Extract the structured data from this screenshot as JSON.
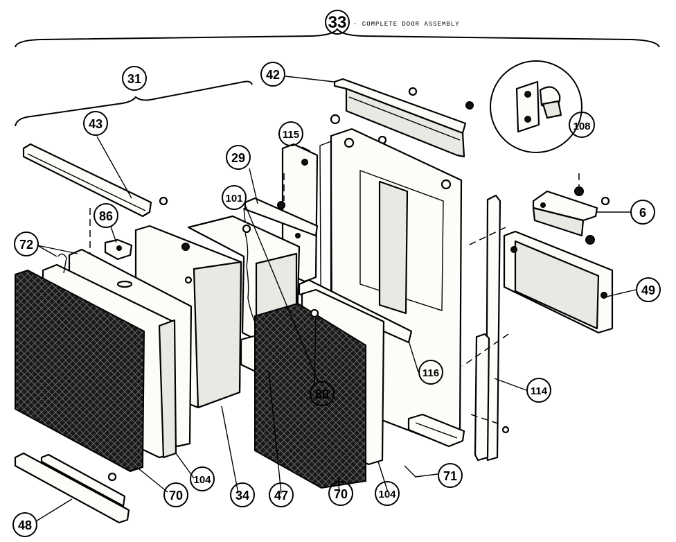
{
  "diagram": {
    "assembly_caption": "- COMPLETE DOOR ASSEMBLY",
    "callouts": {
      "c33": "33",
      "c31": "31",
      "c42": "42",
      "c108": "108",
      "c43": "43",
      "c115": "115",
      "c29": "29",
      "c101": "101",
      "c86": "86",
      "c6": "6",
      "c72": "72",
      "c49": "49",
      "c116": "116",
      "c114": "114",
      "c80": "80",
      "c71": "71",
      "c70a": "70",
      "c104a": "104",
      "c34": "34",
      "c47": "47",
      "c70b": "70",
      "c104b": "104",
      "c48": "48"
    }
  }
}
